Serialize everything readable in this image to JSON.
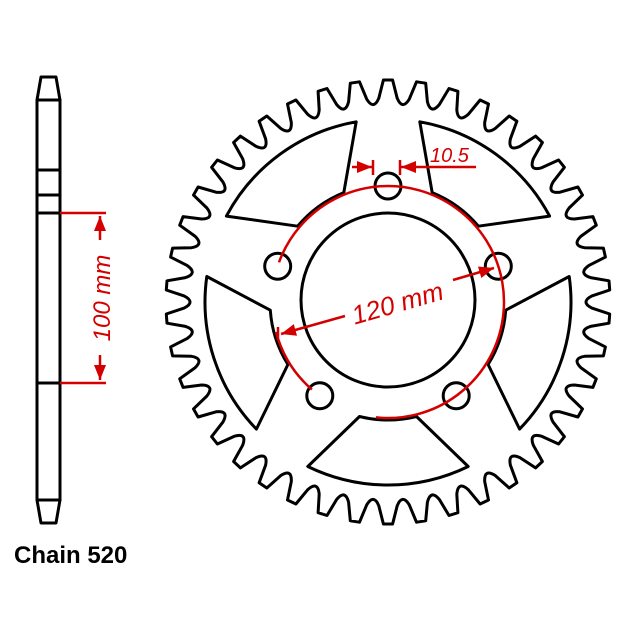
{
  "colors": {
    "outline": "#000000",
    "dimension": "#d40000",
    "background": "#ffffff"
  },
  "side_view": {
    "dimension_label": "100 mm"
  },
  "front_view": {
    "bolt_circle_label": "120 mm",
    "bolt_hole_label": "10.5"
  },
  "caption": "Chain 520"
}
